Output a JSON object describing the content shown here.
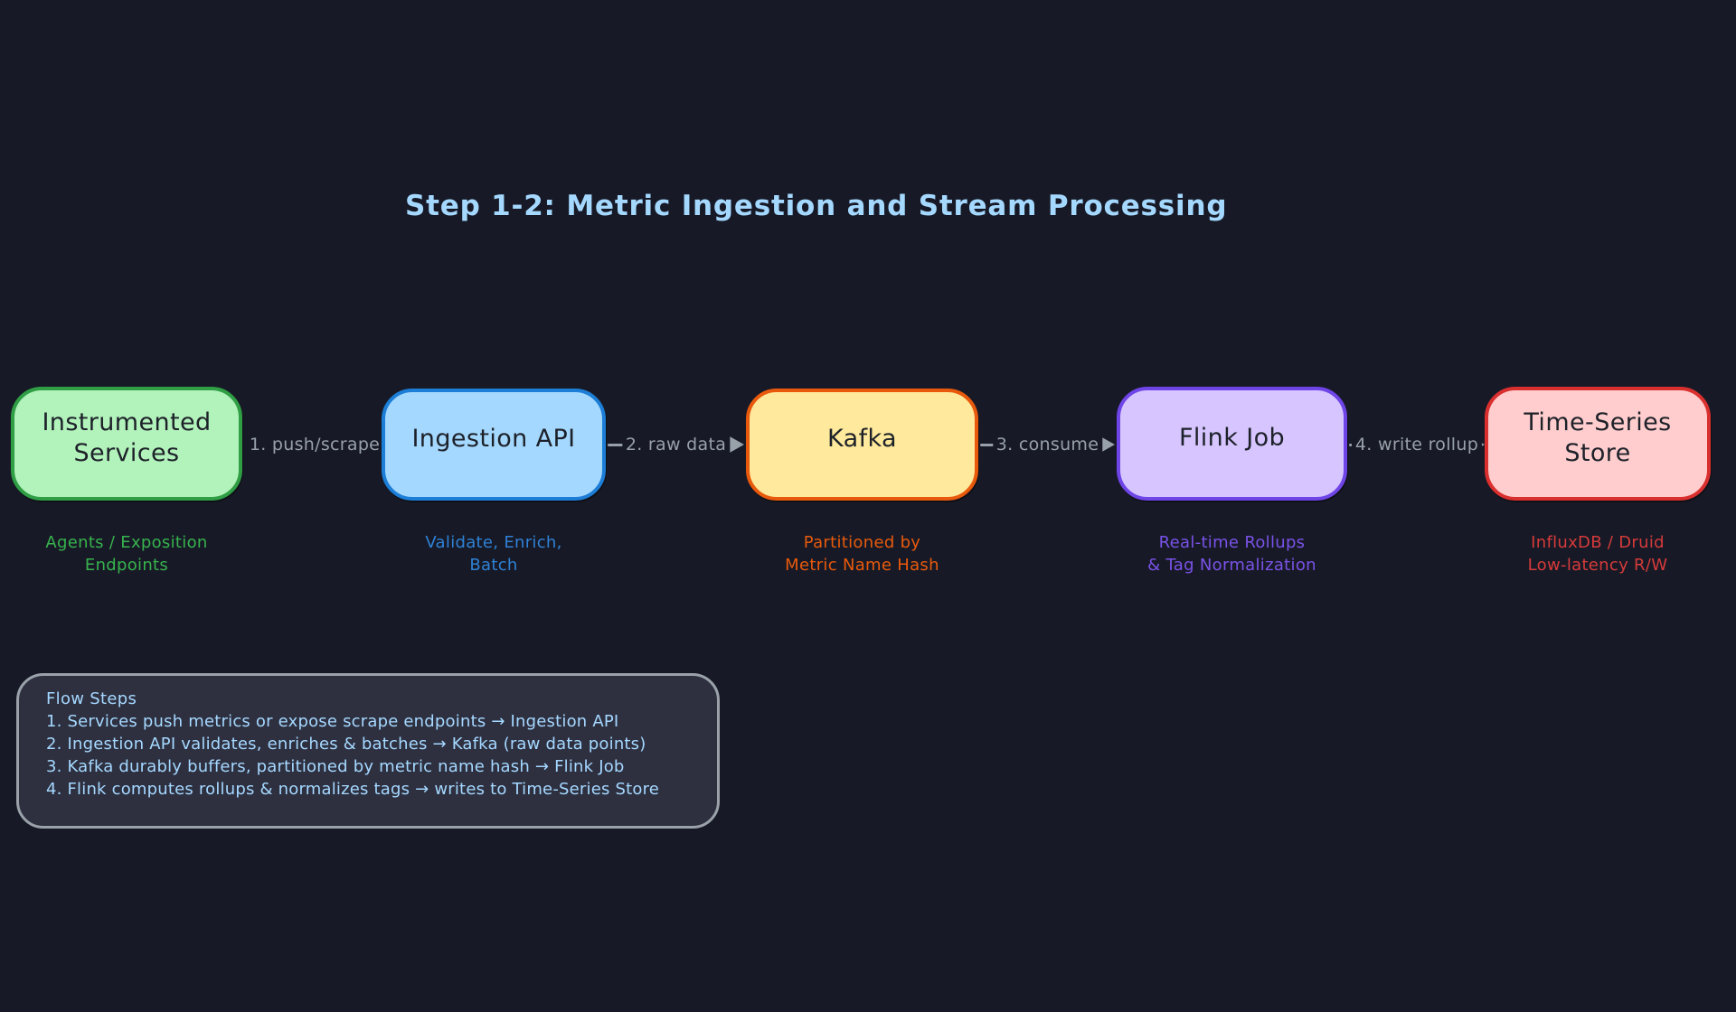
{
  "background": "#171a26",
  "arrow_color": "#98a0aa",
  "title": {
    "text": "Step 1-2: Metric Ingestion and Stream Processing",
    "color": "#a5d8ff"
  },
  "nodes": [
    {
      "id": "instrumented-services",
      "label_lines": [
        "Instrumented",
        "Services"
      ],
      "fill": "#b2f2bb",
      "border": "#2f9e44",
      "text_color": "#1d2129",
      "subtitle_lines": [
        "Agents / Exposition",
        "Endpoints"
      ],
      "subtitle_color": "#37b24d"
    },
    {
      "id": "ingestion-api",
      "label_lines": [
        "Ingestion API"
      ],
      "fill": "#a5d8ff",
      "border": "#1c7ed6",
      "text_color": "#1d2129",
      "subtitle_lines": [
        "Validate, Enrich,",
        "Batch"
      ],
      "subtitle_color": "#2f81d6"
    },
    {
      "id": "kafka",
      "label_lines": [
        "Kafka"
      ],
      "fill": "#ffe99c",
      "border": "#e8590c",
      "text_color": "#1d2129",
      "subtitle_lines": [
        "Partitioned by",
        "Metric Name Hash"
      ],
      "subtitle_color": "#e8590c"
    },
    {
      "id": "flink-job",
      "label_lines": [
        "Flink Job"
      ],
      "fill": "#d6c5ff",
      "border": "#6f45e8",
      "text_color": "#1d2129",
      "subtitle_lines": [
        "Real-time Rollups",
        "& Tag Normalization"
      ],
      "subtitle_color": "#7a52e8"
    },
    {
      "id": "time-series-store",
      "label_lines": [
        "Time-Series",
        "Store"
      ],
      "fill": "#ffcdcd",
      "border": "#d92f2f",
      "text_color": "#1d2129",
      "subtitle_lines": [
        "InfluxDB / Druid",
        "Low-latency R/W"
      ],
      "subtitle_color": "#d63a3a"
    }
  ],
  "arrows": [
    {
      "label": "1. push/scrape"
    },
    {
      "label": "2. raw data"
    },
    {
      "label": "3. consume"
    },
    {
      "label": "4. write rollup"
    }
  ],
  "legend": {
    "title": "Flow Steps",
    "steps": [
      "1. Services push metrics or expose scrape endpoints → Ingestion API",
      "2. Ingestion API validates, enriches & batches → Kafka (raw data points)",
      "3. Kafka durably buffers, partitioned by metric name hash → Flink Job",
      "4. Flink computes rollups & normalizes tags → writes to Time-Series Store"
    ],
    "text_color": "#a5d8ff",
    "panel_bg": "#2e3040",
    "panel_border": "#9aa1a9"
  }
}
